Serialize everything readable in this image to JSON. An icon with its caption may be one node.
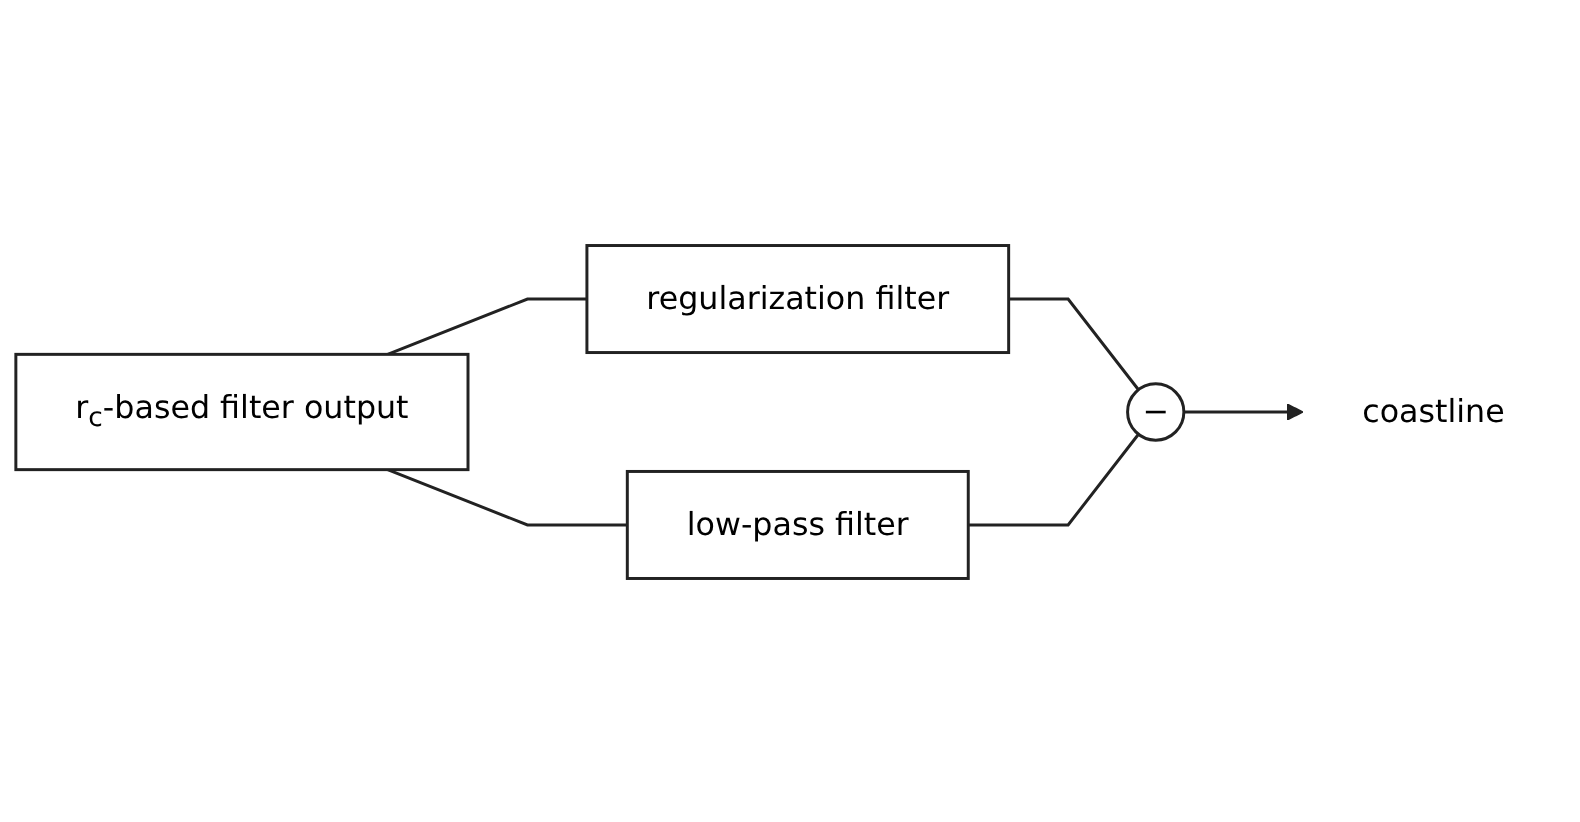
{
  "diagram": {
    "nodes": [
      {
        "text": [
          "r$_{c}$-based filter output"
        ]
      },
      {
        "text": [
          "regularization filter"
        ]
      },
      {
        "text": [
          "low-pass filter"
        ]
      },
      {
        "text": [
          "−"
        ]
      },
      {
        "text": [
          "coastline"
        ]
      }
    ],
    "edges": [
      {
        "from": 0,
        "to": 1,
        "arrow": "none"
      },
      {
        "from": 0,
        "to": 2,
        "arrow": "none"
      },
      {
        "from": 1,
        "to": 3,
        "arrow": "none"
      },
      {
        "from": 2,
        "to": 3,
        "arrow": "none"
      },
      {
        "from": 3,
        "to": 4,
        "arrow": "to"
      }
    ]
  }
}
